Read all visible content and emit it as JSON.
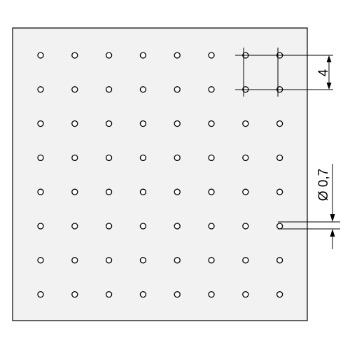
{
  "diagram": {
    "grid": {
      "rows": 8,
      "cols": 8
    },
    "annotations": {
      "pitch_label": "4",
      "diameter_label": "Ø 0,7"
    },
    "colors": {
      "plate_fill": "#f2f2f2",
      "line": "#000000",
      "hole_fill": "#ffffff"
    }
  }
}
